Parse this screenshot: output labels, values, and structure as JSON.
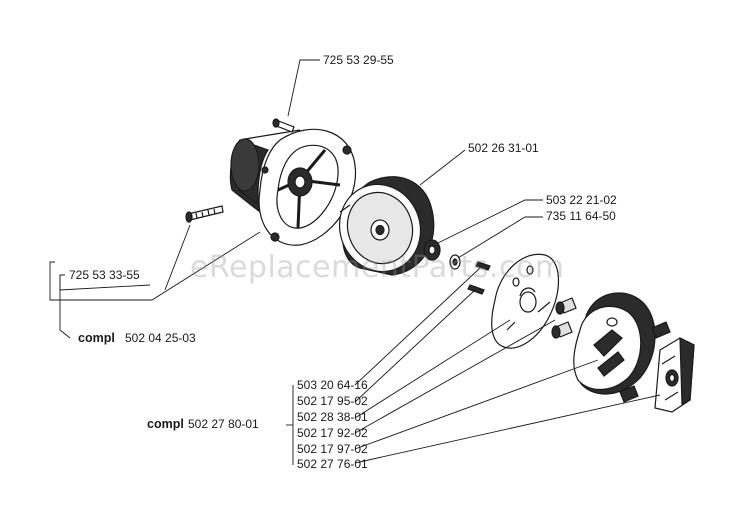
{
  "watermark": "eReplacementParts.com",
  "colors": {
    "ink": "#1a1a1a",
    "shade": "#2b2b2b",
    "paper": "#ffffff"
  },
  "parts": {
    "screw_top": "725 53 29-55",
    "clutch_drum": "502 26 31-01",
    "washer_a": "503 22 21-02",
    "washer_b": "735 11 64-50",
    "screw_left": "725 53 33-55",
    "compl_housing_prefix": "compl",
    "compl_housing": "502 04 25-03",
    "compl_clutch_prefix": "compl",
    "compl_clutch": "502 27 80-01",
    "list": [
      "503 20 64-16",
      "502 17 95-02",
      "502 28 38-01",
      "502 17 92-02",
      "502 17 97-02",
      "502 27 76-01"
    ]
  }
}
